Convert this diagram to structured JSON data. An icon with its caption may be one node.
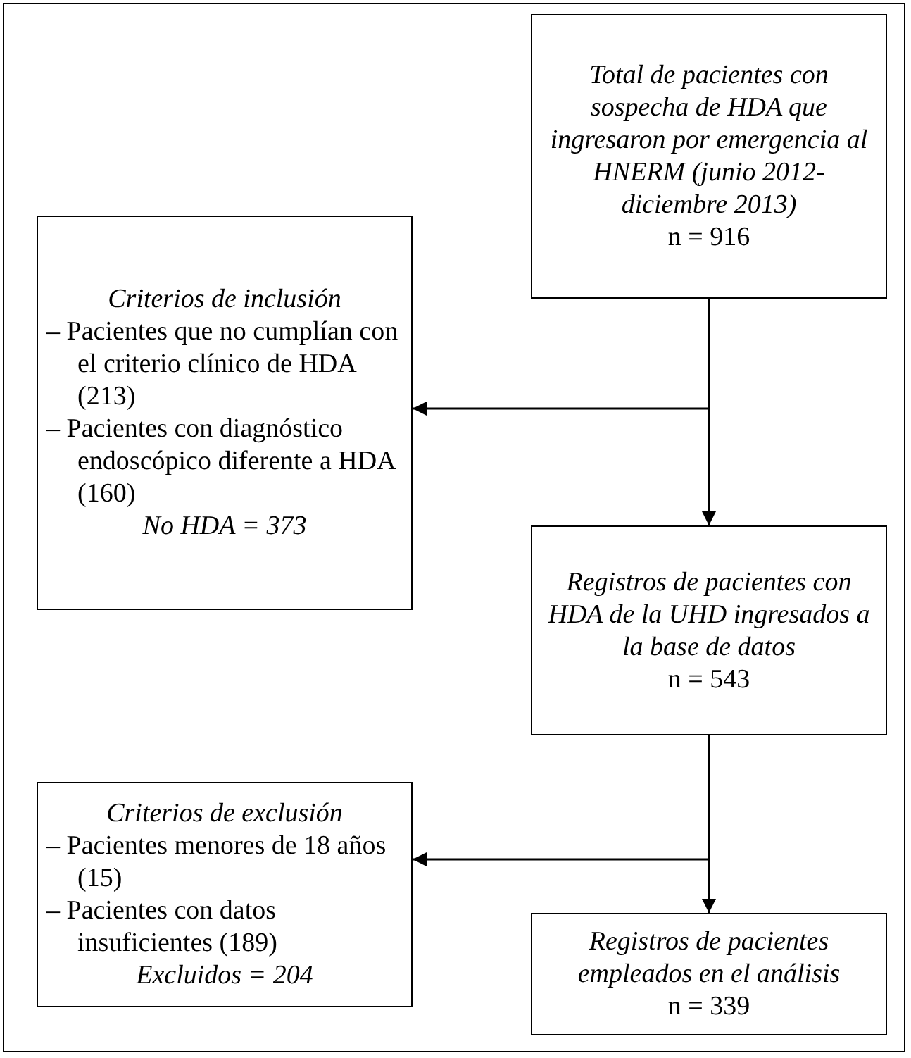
{
  "diagram": {
    "nodes": [
      {
        "text": [
          "Total de pacientes con sospecha de HDA que ingresaron por emergencia al HNERM (junio 2012-diciembre 2013)",
          "n = 916"
        ]
      },
      {
        "text": [
          "Criterios de inclusión",
          "– Pacientes que no cumplían con el criterio clínico de HDA (213)",
          "– Pacientes con diagnóstico endoscópico diferente a HDA (160)",
          "No HDA = 373"
        ]
      },
      {
        "text": [
          "Registros de pacientes con HDA de la UHD ingresados a la base de datos",
          "n = 543"
        ]
      },
      {
        "text": [
          "Criterios de exclusión",
          "– Pacientes menores de 18 años (15)",
          "– Pacientes con datos insuficientes (189)",
          "Excluidos = 204"
        ]
      },
      {
        "text": [
          "Registros de pacientes empleados en el análisis",
          "n = 339"
        ]
      }
    ],
    "edges": [
      {
        "from": 0,
        "to": 1,
        "arrow": "to"
      },
      {
        "from": 0,
        "to": 2,
        "arrow": "to"
      },
      {
        "from": 2,
        "to": 3,
        "arrow": "to"
      },
      {
        "from": 2,
        "to": 4,
        "arrow": "to"
      }
    ]
  }
}
